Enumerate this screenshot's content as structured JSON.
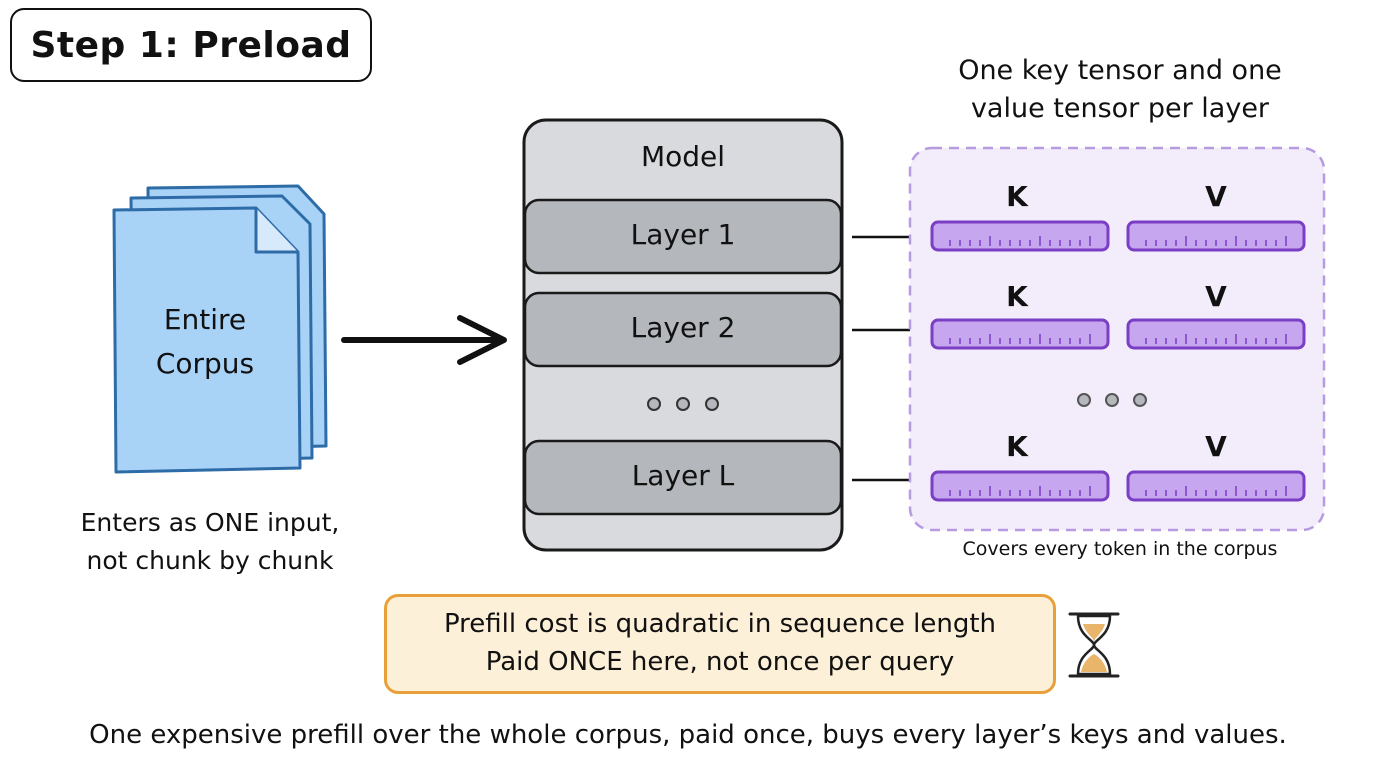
{
  "title": "Step 1: Preload",
  "corpus": {
    "label_line1": "Entire",
    "label_line2": "Corpus",
    "caption_line1": "Enters as ONE input,",
    "caption_line2": "not chunk by chunk"
  },
  "model": {
    "title": "Model",
    "layers": [
      "Layer 1",
      "Layer 2",
      "Layer L"
    ],
    "ellipsis": "…"
  },
  "kv_cache": {
    "heading_line1": "One key tensor and one",
    "heading_line2": "value tensor per layer",
    "key_label": "K",
    "value_label": "V",
    "caption": "Covers every token in the corpus"
  },
  "cost_note": {
    "line1": "Prefill cost is quadratic in sequence length",
    "line2": "Paid ONCE here, not once per query",
    "icon": "hourglass-icon"
  },
  "footer": "One expensive prefill over the whole corpus, paid once, buys every layer’s keys and values.",
  "colors": {
    "corpus_fill": "#a9d2f7",
    "corpus_stroke": "#2e6ca8",
    "model_fill": "#d9dadd",
    "layer_fill": "#b4b7bc",
    "kv_panel_fill": "#f3edfb",
    "kv_panel_stroke": "#b69be0",
    "tensor_fill": "#c6a6ee",
    "tensor_stroke": "#7a3fc4",
    "cost_fill": "#fdf0d8",
    "cost_stroke": "#e8a13a"
  }
}
